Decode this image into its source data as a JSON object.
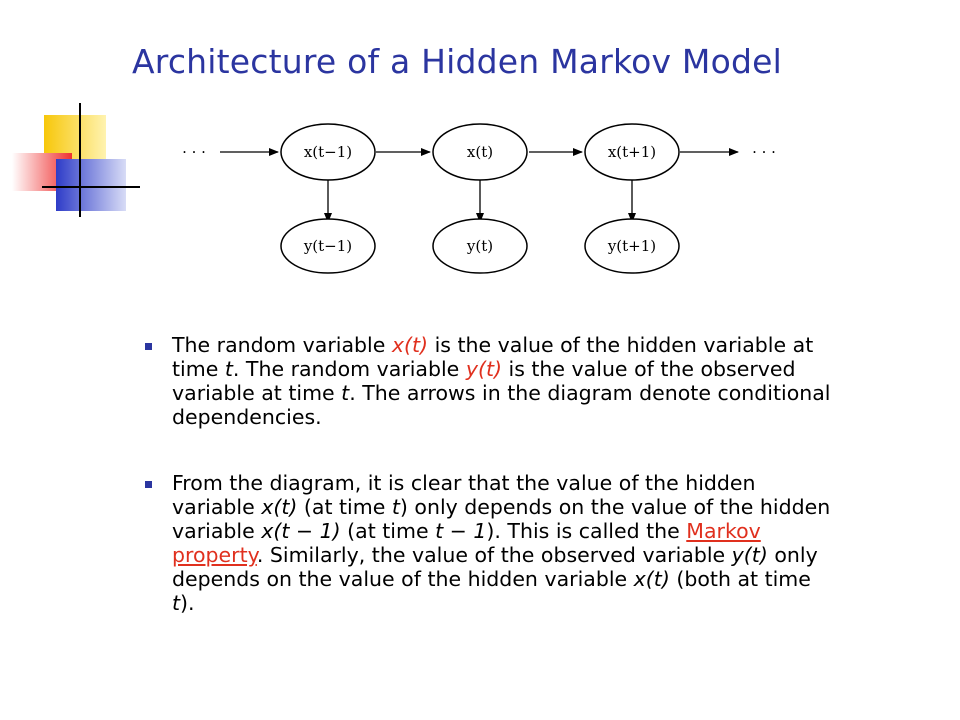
{
  "slide": {
    "title": "Architecture of a Hidden Markov Model"
  },
  "colors": {
    "title": "#2b35a0",
    "variable_highlight": "#e0301e",
    "link": "#e0301e",
    "deco_yellow": "#f7c70a",
    "deco_red": "#ef3030",
    "deco_blue": "#2e3cc8"
  },
  "diagram": {
    "ellipsis_left": "· · ·",
    "ellipsis_right": "· · ·",
    "hidden_nodes": [
      "x(t−1)",
      "x(t)",
      "x(t+1)"
    ],
    "observed_nodes": [
      "y(t−1)",
      "y(t)",
      "y(t+1)"
    ]
  },
  "bullets": {
    "b1": {
      "s1": "The random variable ",
      "v1": "x(t)",
      "s2": " is the value of the hidden variable at time ",
      "t1": "t",
      "s3": ". The random variable ",
      "v2": "y(t)",
      "s4": " is the value of the observed variable at time ",
      "t2": "t",
      "s5": ". The arrows in the diagram denote conditional dependencies."
    },
    "b2": {
      "s1": "From the diagram, it is clear that the value of the hidden variable ",
      "v1": "x(t)",
      "s2": " (at time ",
      "t1": "t",
      "s3": ") only depends on the value of the hidden variable ",
      "v2": "x(t − 1)",
      "s4": " (at time ",
      "t2": "t − 1",
      "s5": "). This is called the ",
      "link": "Markov property",
      "s6": ". Similarly, the value of the observed variable ",
      "v3": "y(t)",
      "s7": " only depends on the value of the hidden variable ",
      "v4": "x(t)",
      "s8": " (both at time ",
      "t3": "t",
      "s9": ")."
    }
  }
}
